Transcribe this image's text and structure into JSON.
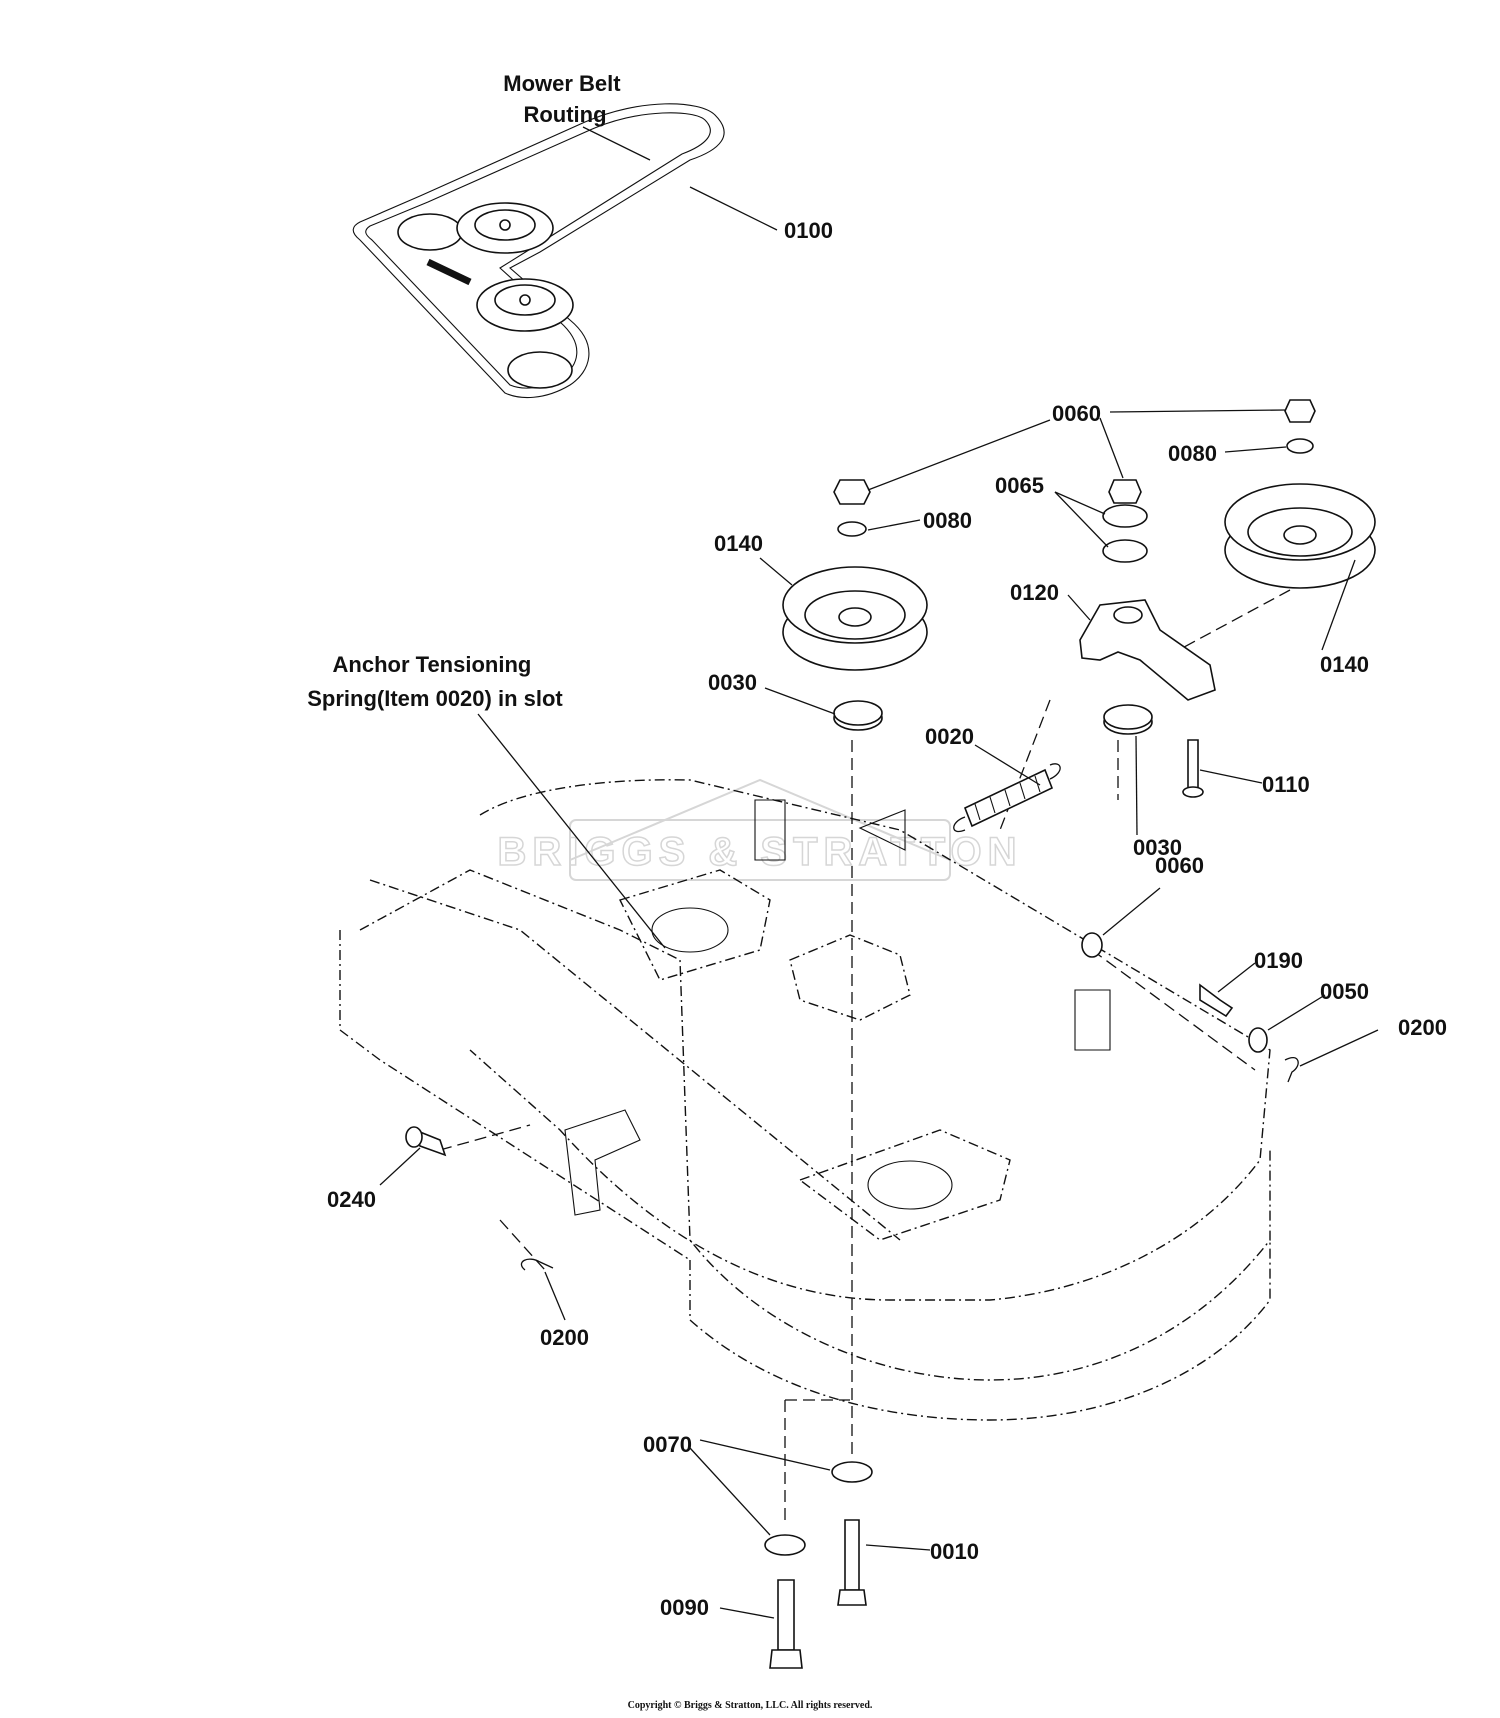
{
  "captions": {
    "belt_routing": [
      "Mower Belt",
      "Routing"
    ],
    "anchor_spring": [
      "Anchor Tensioning",
      "Spring(Item 0020) in slot"
    ]
  },
  "callouts": [
    "0100",
    "0060",
    "0080",
    "0065",
    "0060",
    "0080",
    "0140",
    "0120",
    "0140",
    "0030",
    "0020",
    "0110",
    "0030",
    "0060",
    "0190",
    "0050",
    "0200",
    "0240",
    "0200",
    "0070",
    "0010",
    "0090"
  ],
  "watermark": "BRIGGS & STRATTON",
  "copyright": "Copyright © Briggs & Stratton, LLC. All rights reserved.",
  "colors": {
    "ink": "#111111",
    "background": "#ffffff",
    "watermark": "#d6d6d6"
  }
}
